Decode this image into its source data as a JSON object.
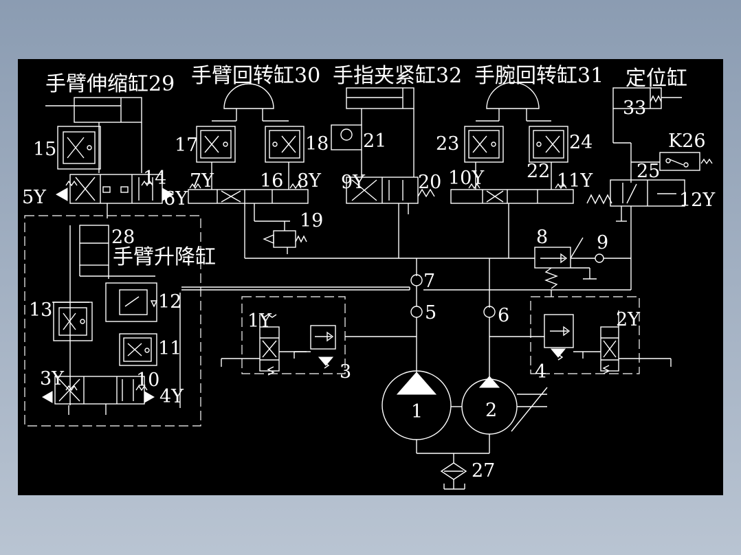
{
  "titles": {
    "arm_extend": "手臂伸缩缸29",
    "arm_rotate": "手臂回转缸30",
    "finger_clamp": "手指夹紧缸32",
    "wrist_rotate": "手腕回转缸31",
    "locate": "定位缸",
    "arm_lift": "手臂升降缸"
  },
  "labels": {
    "n1": "1",
    "n2": "2",
    "n3": "3",
    "n4": "4",
    "n5": "5",
    "n6": "6",
    "n7": "7",
    "n8": "8",
    "n9": "9",
    "n10": "10",
    "n11": "11",
    "n12": "12",
    "n13": "13",
    "n14": "14",
    "n15": "15",
    "n16": "16",
    "n17": "17",
    "n18": "18",
    "n19": "19",
    "n20": "20",
    "n21": "21",
    "n22": "22",
    "n23": "23",
    "n24": "24",
    "n25": "25",
    "n27": "27",
    "n28": "28",
    "n33": "33",
    "k26": "K26",
    "y1": "1Y",
    "y2": "2Y",
    "y3": "3Y",
    "y4": "4Y",
    "y5": "5Y",
    "y6": "6Y",
    "y7": "7Y",
    "y8": "8Y",
    "y9": "9Y",
    "y10": "10Y",
    "y11": "11Y",
    "y12": "12Y"
  },
  "colors": {
    "background": "#000000",
    "line": "#ffffff",
    "frame": "#8b9cb2"
  }
}
